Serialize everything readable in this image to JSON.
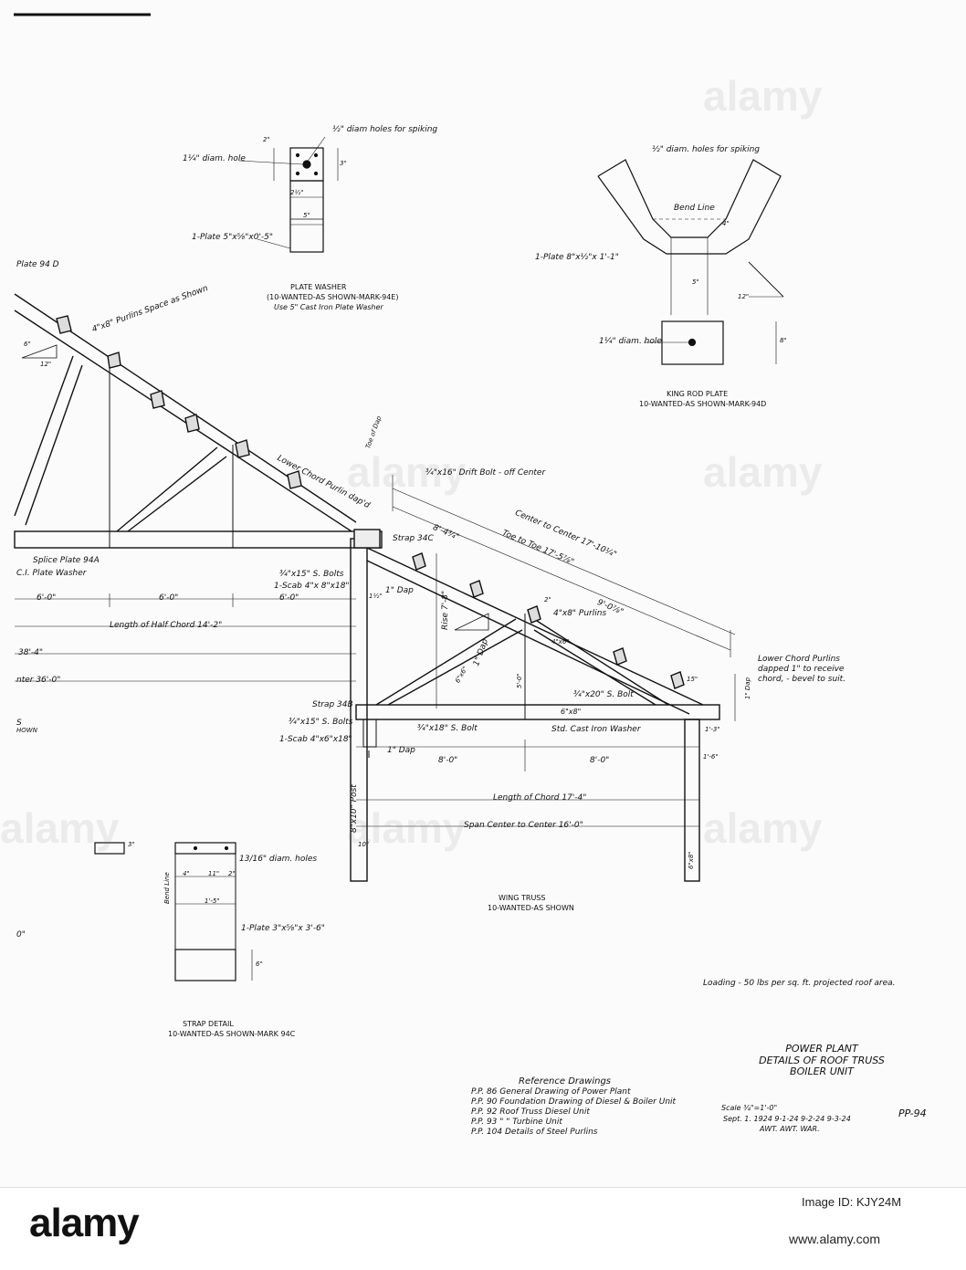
{
  "sheet": {
    "watermark": "alamy",
    "plate_washer": {
      "title": "PLATE WASHER",
      "qty": "(10-WANTED-AS SHOWN-MARK-94E)",
      "note": "Use 5\" Cast Iron Plate Washer",
      "hole": "1¼\" diam. hole",
      "spike_holes": "½\" diam holes for spiking",
      "plate": "1-Plate 5\"x⅝\"x0'-5\"",
      "dim_2": "2\"",
      "dim_3": "3\"",
      "dim_5": "5\"",
      "dim_25": "2½\""
    },
    "king_rod_plate": {
      "title": "KING ROD PLATE",
      "qty": "10-WANTED-AS SHOWN-MARK-94D",
      "spike_holes": "½\" diam. holes for spiking",
      "bend_line": "Bend Line",
      "plate": "1-Plate 8\"x½\"x 1'-1\"",
      "hole": "1¼\" diam. hole",
      "dim_4": "4\"",
      "dim_8": "8\"",
      "dim_5": "5\"",
      "dim_12": "12\""
    },
    "main_truss": {
      "plate_ref": "Plate 94 D",
      "purlins": "4\"x8\" Purlins Space as Shown",
      "slope_rise": "6\"",
      "slope_run": "12\"",
      "splice": "Splice Plate 94A",
      "washer": "C.I. Plate Washer",
      "panel_1": "6'-0\"",
      "panel_2": "6'-0\"",
      "panel_3": "6'-0\"",
      "half_chord": "Length of Half Chord 14'-2\"",
      "span_a": "38'-4\"",
      "span_b": "nter 36'-0\"",
      "shown_1": "S",
      "shown_2": "HOWN",
      "left_dim": "0\""
    },
    "wing_truss": {
      "title": "WING TRUSS",
      "qty": "10-WANTED-AS SHOWN",
      "lower_chord_purlin": "Lower Chord Purlin dap'd",
      "toe_dap": "Toe of Dap",
      "drift_bolt": "¾\"x16\" Drift Bolt - off Center",
      "strap_c": "Strap 34C",
      "center_to_center": "Center to Center 17'-10¼\"",
      "toe_to_toe": "Toe to Toe 17'-5⅞\"",
      "dim_8_4": "8'-4¾\"",
      "dim_9_0": "9'-0⅞\"",
      "bolts_a": "¾\"x15\" S. Bolts",
      "scab_a": "1-Scab 4\"x 8\"x18\"",
      "dap_1": "1\" Dap",
      "dim_1_12": "1½\"",
      "purlins": "4\"x8\" Purlins",
      "dim_2": "2\"",
      "rise": "Rise 7'-8\"",
      "dim_4x6": "4\"x6\"",
      "dim_6x6": "6\"x6\"",
      "dim_5_0": "5'-0\"",
      "dap_2": "1\" Dap",
      "lower_chord_note": "Lower Chord Purlins dapped 1\" to receive chord, - bevel to suit.",
      "dim_15": "15\"",
      "dap_3": "1\" Dap",
      "bolt_20": "¾\"x20\" S. Bolt",
      "strap_b": "Strap 34B",
      "bolts_b": "¾\"x15\" S. Bolts",
      "scab_b": "1-Scab 4\"x6\"x18\"",
      "bolt_18": "¾\"x18\" S. Bolt",
      "chord_size": "6\"x8\"",
      "washer": "Std. Cast Iron Washer",
      "dap_4": "1\" Dap",
      "dim_1_3": "1'-3\"",
      "dim_1_6": "1'-6\"",
      "panel_1": "8'-0\"",
      "panel_2": "8'-0\"",
      "post": "8\"x10\" Post",
      "chord_length": "Length of Chord 17'-4\"",
      "span": "Span Center to Center 16'-0\"",
      "post_b": "6\"x8\"",
      "dim_10": "10\""
    },
    "strap_detail": {
      "title": "STRAP DETAIL",
      "qty": "10-WANTED-AS SHOWN-MARK 94C",
      "holes": "13/16\" diam. holes",
      "bend_line": "Bend Line",
      "plate": "1-Plate 3\"x⅝\"x 3'-6\"",
      "dim_4": "4\"",
      "dim_11": "11\"",
      "dim_2": "2\"",
      "dim_1_5": "1'-5\"",
      "dim_3": "3\"",
      "dim_6": "6\""
    },
    "loading": "Loading - 50 lbs per sq. ft. projected roof area.",
    "title_block": {
      "line1": "POWER PLANT",
      "line2": "DETAILS OF ROOF TRUSS",
      "line3": "BOILER UNIT",
      "scale": "Scale ¾\"=1'-0\"",
      "dates": "Sept. 1. 1924  9-1-24  9-2-24  9-3-24",
      "initials": "AWT.   AWT.  WAR.",
      "number": "PP-94"
    },
    "references": {
      "heading": "Reference Drawings",
      "items": [
        "P.P. 86  General Drawing of Power Plant",
        "P.P. 90  Foundation Drawing of Diesel & Boiler Unit",
        "P.P. 92  Roof Truss Diesel Unit",
        "P.P. 93     \"      \"    Turbine Unit",
        "P.P. 104  Details of Steel Purlins"
      ]
    }
  },
  "footer": {
    "brand": "alamy",
    "image_id": "Image ID: KJY24M",
    "url": "www.alamy.com"
  }
}
